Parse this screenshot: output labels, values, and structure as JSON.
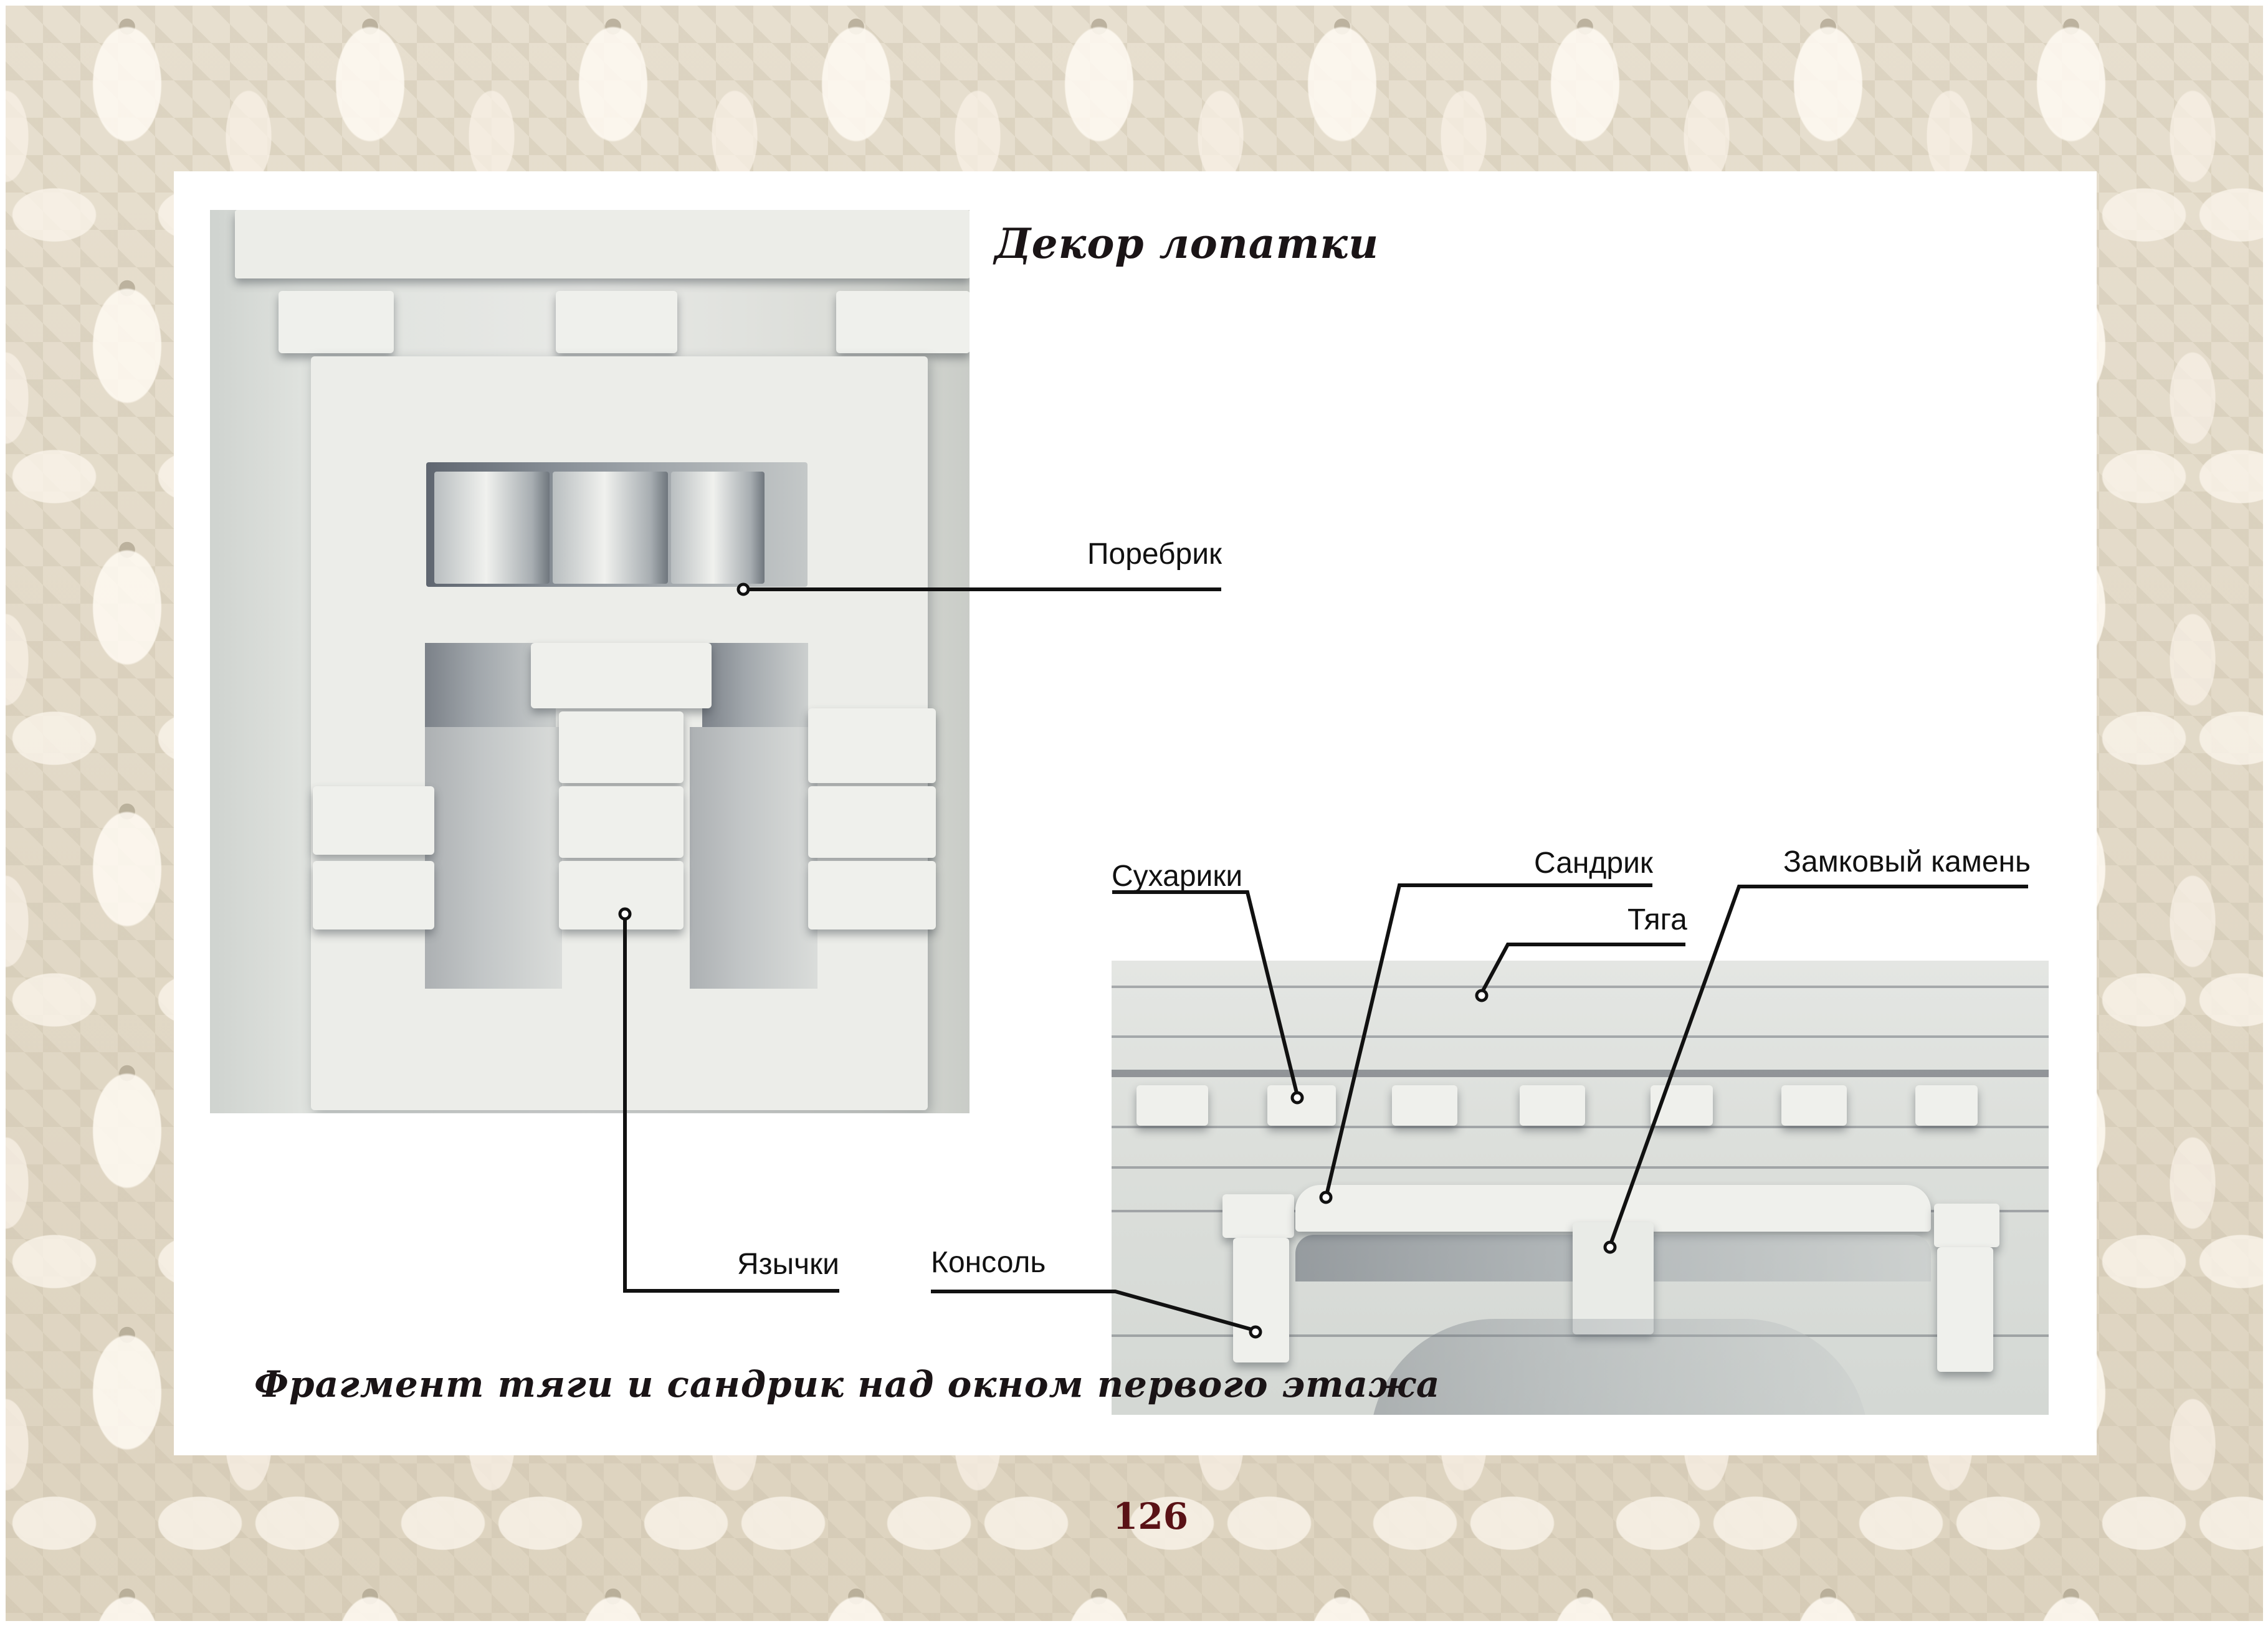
{
  "page": {
    "number": "126",
    "colors": {
      "page_number": "#5a1216",
      "title_text": "#1a1416",
      "card_background": "#ffffff",
      "damask_background": "#e4dccb",
      "leader_lines": "#111111"
    }
  },
  "top_section": {
    "title": "Декор лопатки",
    "photo_caption": "",
    "labels": {
      "porebrik": "Поребрик",
      "yazychki": "Язычки"
    }
  },
  "bottom_section": {
    "title": "Фрагмент тяги и сандрик над окном первого этажа",
    "labels": {
      "sukhariki": "Сухарики",
      "sandrik": "Сандрик",
      "tyaga": "Тяга",
      "zamkovyi_kamen": "Замковый камень",
      "konsol": "Консоль"
    }
  }
}
